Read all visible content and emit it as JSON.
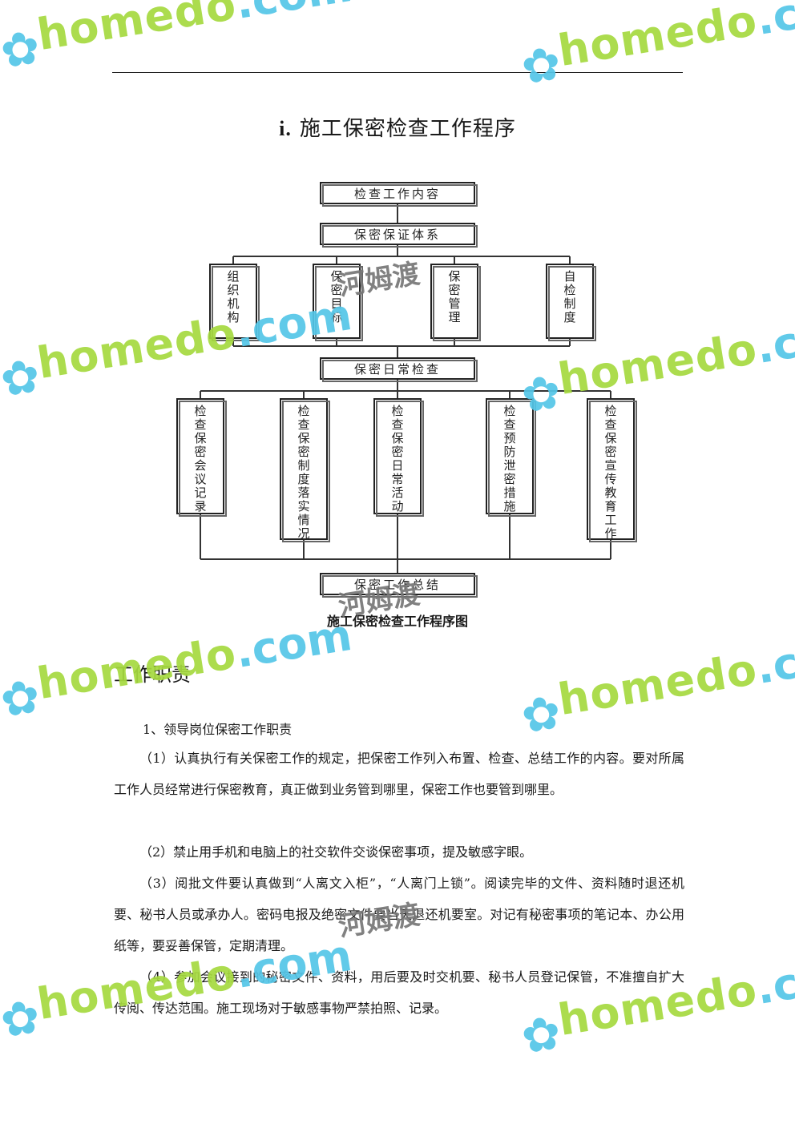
{
  "heading": {
    "number": "i.",
    "title": "施工保密检查工作程序"
  },
  "flowchart": {
    "top": "检查工作内容",
    "system": "保密保证体系",
    "branches1": [
      "组织机构",
      "保密目标",
      "保密管理",
      "自检制度"
    ],
    "daily": "保密日常检查",
    "branches2": [
      "检查保密会议记录",
      "检查保密制度落实情况",
      "检查保密日常活动",
      "检查预防泄密措施",
      "检查保密宣传教育工作"
    ],
    "summary": "保密工作总结"
  },
  "caption": "施工保密检查工作程序图",
  "section": {
    "title": "工作职责",
    "subheading": "1、领导岗位保密工作职责",
    "paragraphs": [
      "（1）认真执行有关保密工作的规定，把保密工作列入布置、检查、总结工作的内容。要对所属工作人员经常进行保密教育，真正做到业务管到哪里，保密工作也要管到哪里。",
      "（2）禁止用手机和电脑上的社交软件交谈保密事项，提及敏感字眼。",
      "（3）阅批文件要认真做到“人离文入柜”，“人离门上锁”。阅读完毕的文件、资料随时退还机要、秘书人员或承办人。密码电报及绝密文件要当天退还机要室。对记有秘密事项的笔记本、办公用纸等，要妥善保管，定期清理。",
      "（4）参加会议接到的秘密文件、资料，用后要及时交机要、秘书人员登记保管，不准擅自扩大传阅、传达范围。施工现场对于敏感事物严禁拍照、记录。"
    ]
  },
  "watermark": {
    "brand": "homedo",
    "domain": ".com",
    "cn": "河姆渡",
    "flower_icon": "flower-icon",
    "accent_blue": "#54c6e8",
    "accent_green": "#a6da3f"
  }
}
